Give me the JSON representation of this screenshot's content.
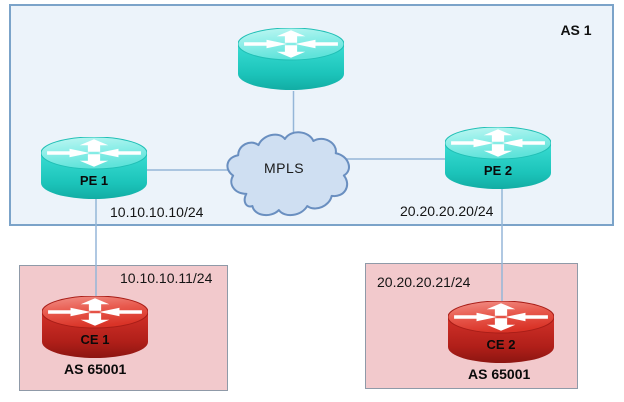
{
  "as1": {
    "label": "AS 1"
  },
  "cloud": {
    "label": "MPLS"
  },
  "routers": {
    "pe1": {
      "label": "PE 1"
    },
    "pe2": {
      "label": "PE 2"
    },
    "ce1": {
      "label": "CE 1"
    },
    "ce2": {
      "label": "CE 2"
    }
  },
  "ip_labels": {
    "pe1_wan": "10.10.10.10/24",
    "pe2_wan": "20.20.20.20/24",
    "ce1_lan": "10.10.10.11/24",
    "ce2_lan": "20.20.20.21/24"
  },
  "sites": {
    "left": {
      "label": "AS 65001"
    },
    "right": {
      "label": "AS 65001"
    }
  },
  "colors": {
    "as_box_fill": "#ecf3fa",
    "as_box_border": "#7ba3c9",
    "site_box_fill": "#f2c9cc",
    "site_box_border": "#8f9aa8",
    "cloud_fill": "#cfdff2",
    "cloud_stroke": "#6a8fc0",
    "link_line": "#95b6d8",
    "router_provider_teal": "#2bd8ce",
    "router_customer_red": "#c62b24"
  }
}
